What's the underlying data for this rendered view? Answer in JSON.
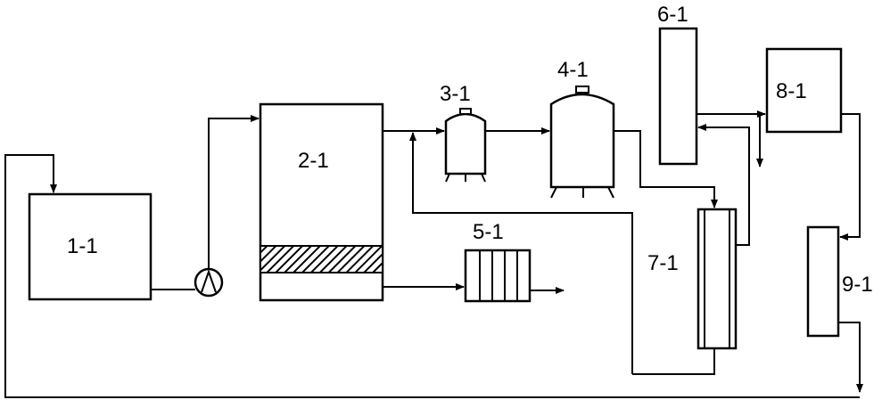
{
  "labels": {
    "u1": "1-1",
    "u2": "2-1",
    "u3": "3-1",
    "u4": "4-1",
    "u5": "5-1",
    "u6": "6-1",
    "u7": "7-1",
    "u8": "8-1",
    "u9": "9-1"
  }
}
